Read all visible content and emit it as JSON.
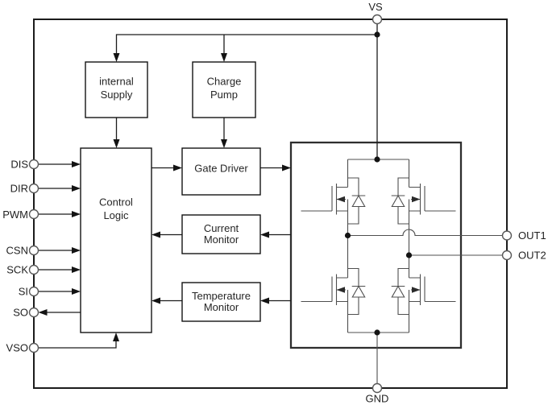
{
  "diagram": {
    "kind": "ic-block-diagram",
    "colors": {
      "background": "#ffffff",
      "outline": "#1c1c1c",
      "block_stroke": "#131313",
      "bridge_wire": "#4f4f4f"
    }
  },
  "pins": {
    "vs": {
      "label": "VS"
    },
    "gnd": {
      "label": "GND"
    },
    "left": [
      {
        "label": "DIS"
      },
      {
        "label": "DIR"
      },
      {
        "label": "PWM"
      },
      {
        "label": "CSN"
      },
      {
        "label": "SCK"
      },
      {
        "label": "SI"
      },
      {
        "label": "SO"
      },
      {
        "label": "VSO"
      }
    ],
    "right": [
      {
        "label": "OUT1"
      },
      {
        "label": "OUT2"
      }
    ]
  },
  "blocks": {
    "internal_supply": {
      "line1": "internal",
      "line2": "Supply"
    },
    "charge_pump": {
      "line1": "Charge",
      "line2": "Pump"
    },
    "control_logic": {
      "line1": "Control",
      "line2": "Logic"
    },
    "gate_driver": {
      "label": "Gate Driver"
    },
    "current_monitor": {
      "line1": "Current",
      "line2": "Monitor"
    },
    "temperature_monitor": {
      "line1": "Temperature",
      "line2": "Monitor"
    }
  }
}
